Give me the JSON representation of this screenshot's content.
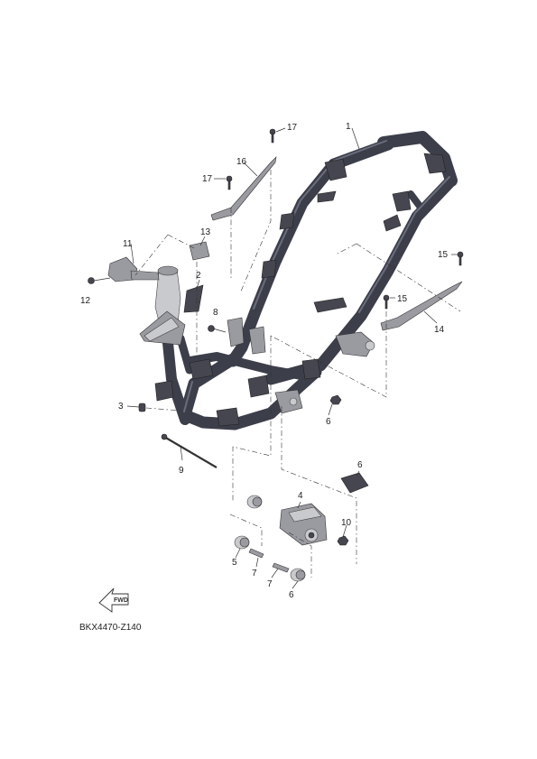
{
  "diagram_code": "BKX4470-Z140",
  "fwd_label": "FWD",
  "callouts": {
    "c1": "1",
    "c2": "2",
    "c3": "3",
    "c4": "4",
    "c5": "5",
    "c6a": "6",
    "c6b": "6",
    "c6c": "6",
    "c7a": "7",
    "c7b": "7",
    "c8": "8",
    "c9": "9",
    "c10": "10",
    "c11": "11",
    "c12": "12",
    "c13": "13",
    "c14": "14",
    "c15a": "15",
    "c15b": "15",
    "c16": "16",
    "c17a": "17",
    "c17b": "17"
  },
  "colors": {
    "frame": "#3c3e4a",
    "part": "#9a9ba1",
    "ink": "#222222"
  }
}
